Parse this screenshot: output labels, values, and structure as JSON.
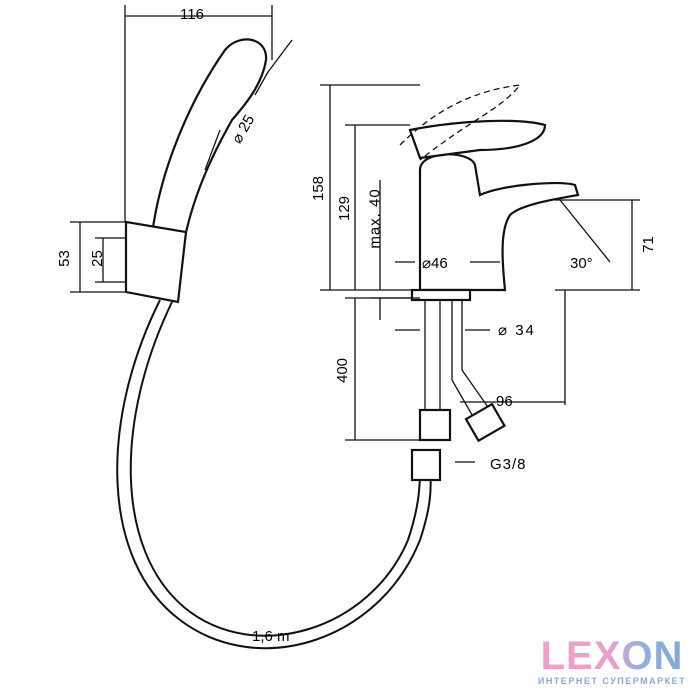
{
  "dimensions": {
    "hand_shower_width": "116",
    "hand_shower_diameter": "⌀ 25",
    "holder_height": "53",
    "holder_inner": "25",
    "total_height": "158",
    "spout_height": "129",
    "max_deck": "max. 40",
    "base_diameter": "⌀46",
    "angle": "30°",
    "spout_outlet_height": "71",
    "shank_diameter": "⌀ 34",
    "hose_length_supply": "400",
    "projection": "96",
    "thread": "G3/8",
    "hose_length": "1,6 m"
  },
  "logo": {
    "word": "LEXON",
    "subtitle": "ИНТЕРНЕТ СУПЕРМАРКЕТ"
  }
}
